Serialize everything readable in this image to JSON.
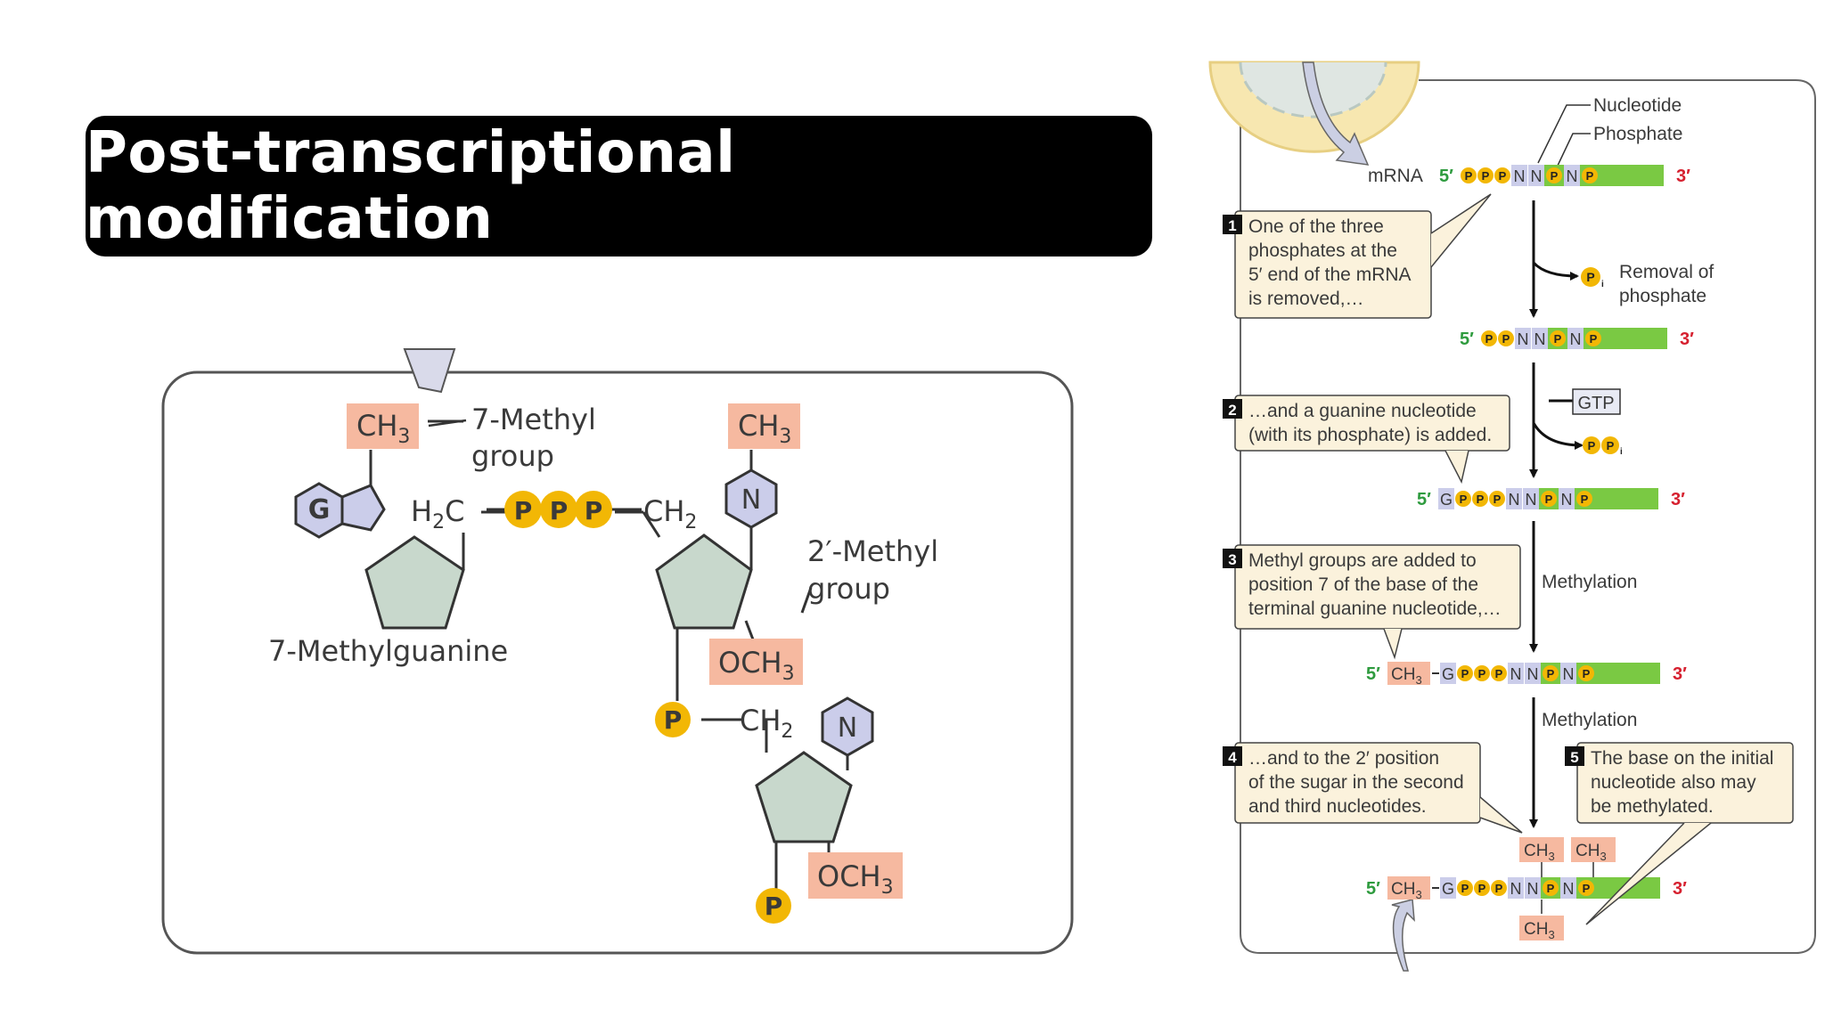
{
  "title": "Post-transcriptional modification",
  "colors": {
    "banner_bg": "#000000",
    "phosphate": "#f2b705",
    "sugar": "#c8d8cc",
    "base": "#cbcdea",
    "methyl": "#f6b9a0",
    "callout": "#fbf2dc",
    "rna_tail": "#7ac943",
    "five_prime": "#2e9b3e",
    "three_prime": "#d6202f"
  },
  "left": {
    "ch3": "CH",
    "sub3": "3",
    "och": "OCH",
    "h2c_h": "H",
    "h2c_c": "C",
    "sub2": "2",
    "ch2": "CH",
    "p": "P",
    "g": "G",
    "n": "N",
    "methyl7_line1": "7-Methyl",
    "methyl7_line2": "group",
    "methylguanine": "7-Methylguanine",
    "methyl2_line1": "2′-Methyl",
    "methyl2_line2": "group"
  },
  "right": {
    "nucleotide": "Nucleotide",
    "phosphate": "Phosphate",
    "mrna": "mRNA",
    "five": "5′",
    "three": "3′",
    "p": "P",
    "n": "N",
    "g": "G",
    "ch3": "CH",
    "sub3": "3",
    "pi": "P",
    "sub_i": "i",
    "gtp": "GTP",
    "removal_line1": "Removal of",
    "removal_line2": "phosphate",
    "methylation": "Methylation",
    "step1_num": "1",
    "step1_lines": [
      "One of the three",
      "phosphates at the",
      "5′ end of the mRNA",
      "is removed,…"
    ],
    "step2_num": "2",
    "step2_lines": [
      "…and a guanine nucleotide",
      "(with its phosphate) is added."
    ],
    "step3_num": "3",
    "step3_lines": [
      "Methyl groups are added to",
      "position 7 of the base of the",
      "terminal guanine nucleotide,…"
    ],
    "step4_num": "4",
    "step4_lines": [
      "…and to the 2′ position",
      "of the sugar in the second",
      "and third nucleotides."
    ],
    "step5_num": "5",
    "step5_lines": [
      "The base on the initial",
      "nucleotide also may",
      "be methylated."
    ]
  }
}
